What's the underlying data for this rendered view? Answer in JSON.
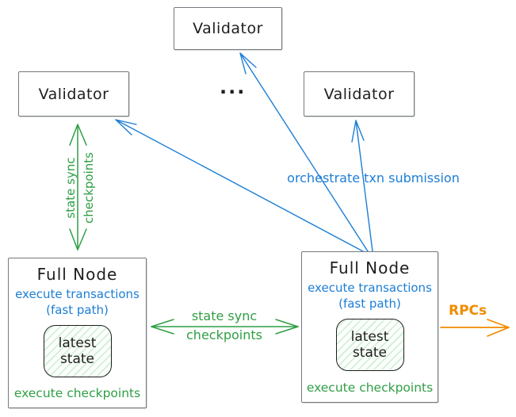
{
  "nodes": {
    "validator_top": "Validator",
    "validator_left": "Validator",
    "validator_right": "Validator",
    "ellipsis": "...",
    "full_node_left": {
      "title": "Full Node",
      "execute_transactions": "execute transactions",
      "fast_path": "(fast path)",
      "latest_state_line1": "latest",
      "latest_state_line2": "state",
      "execute_checkpoints": "execute checkpoints"
    },
    "full_node_right": {
      "title": "Full Node",
      "execute_transactions": "execute transactions",
      "fast_path": "(fast path)",
      "latest_state_line1": "latest",
      "latest_state_line2": "state",
      "execute_checkpoints": "execute checkpoints"
    }
  },
  "edges": {
    "validator_left_sync": {
      "label_line1": "state sync",
      "label_line2": "checkpoints",
      "direction": "bidirectional"
    },
    "full_node_sync": {
      "label_line1": "state sync",
      "label_line2": "checkpoints",
      "direction": "bidirectional"
    },
    "orchestrate": {
      "label": "orchestrate txn submission",
      "direction": "full-node-right to validators"
    },
    "rpcs": {
      "label": "RPCs",
      "direction": "out of full-node-right"
    }
  },
  "colors": {
    "green": "#2f9e44",
    "blue": "#1c7ed6",
    "orange": "#f08c00",
    "box_border": "#75797e",
    "text_dark": "#1e1e1e",
    "state_fill": "#d9f2de"
  }
}
